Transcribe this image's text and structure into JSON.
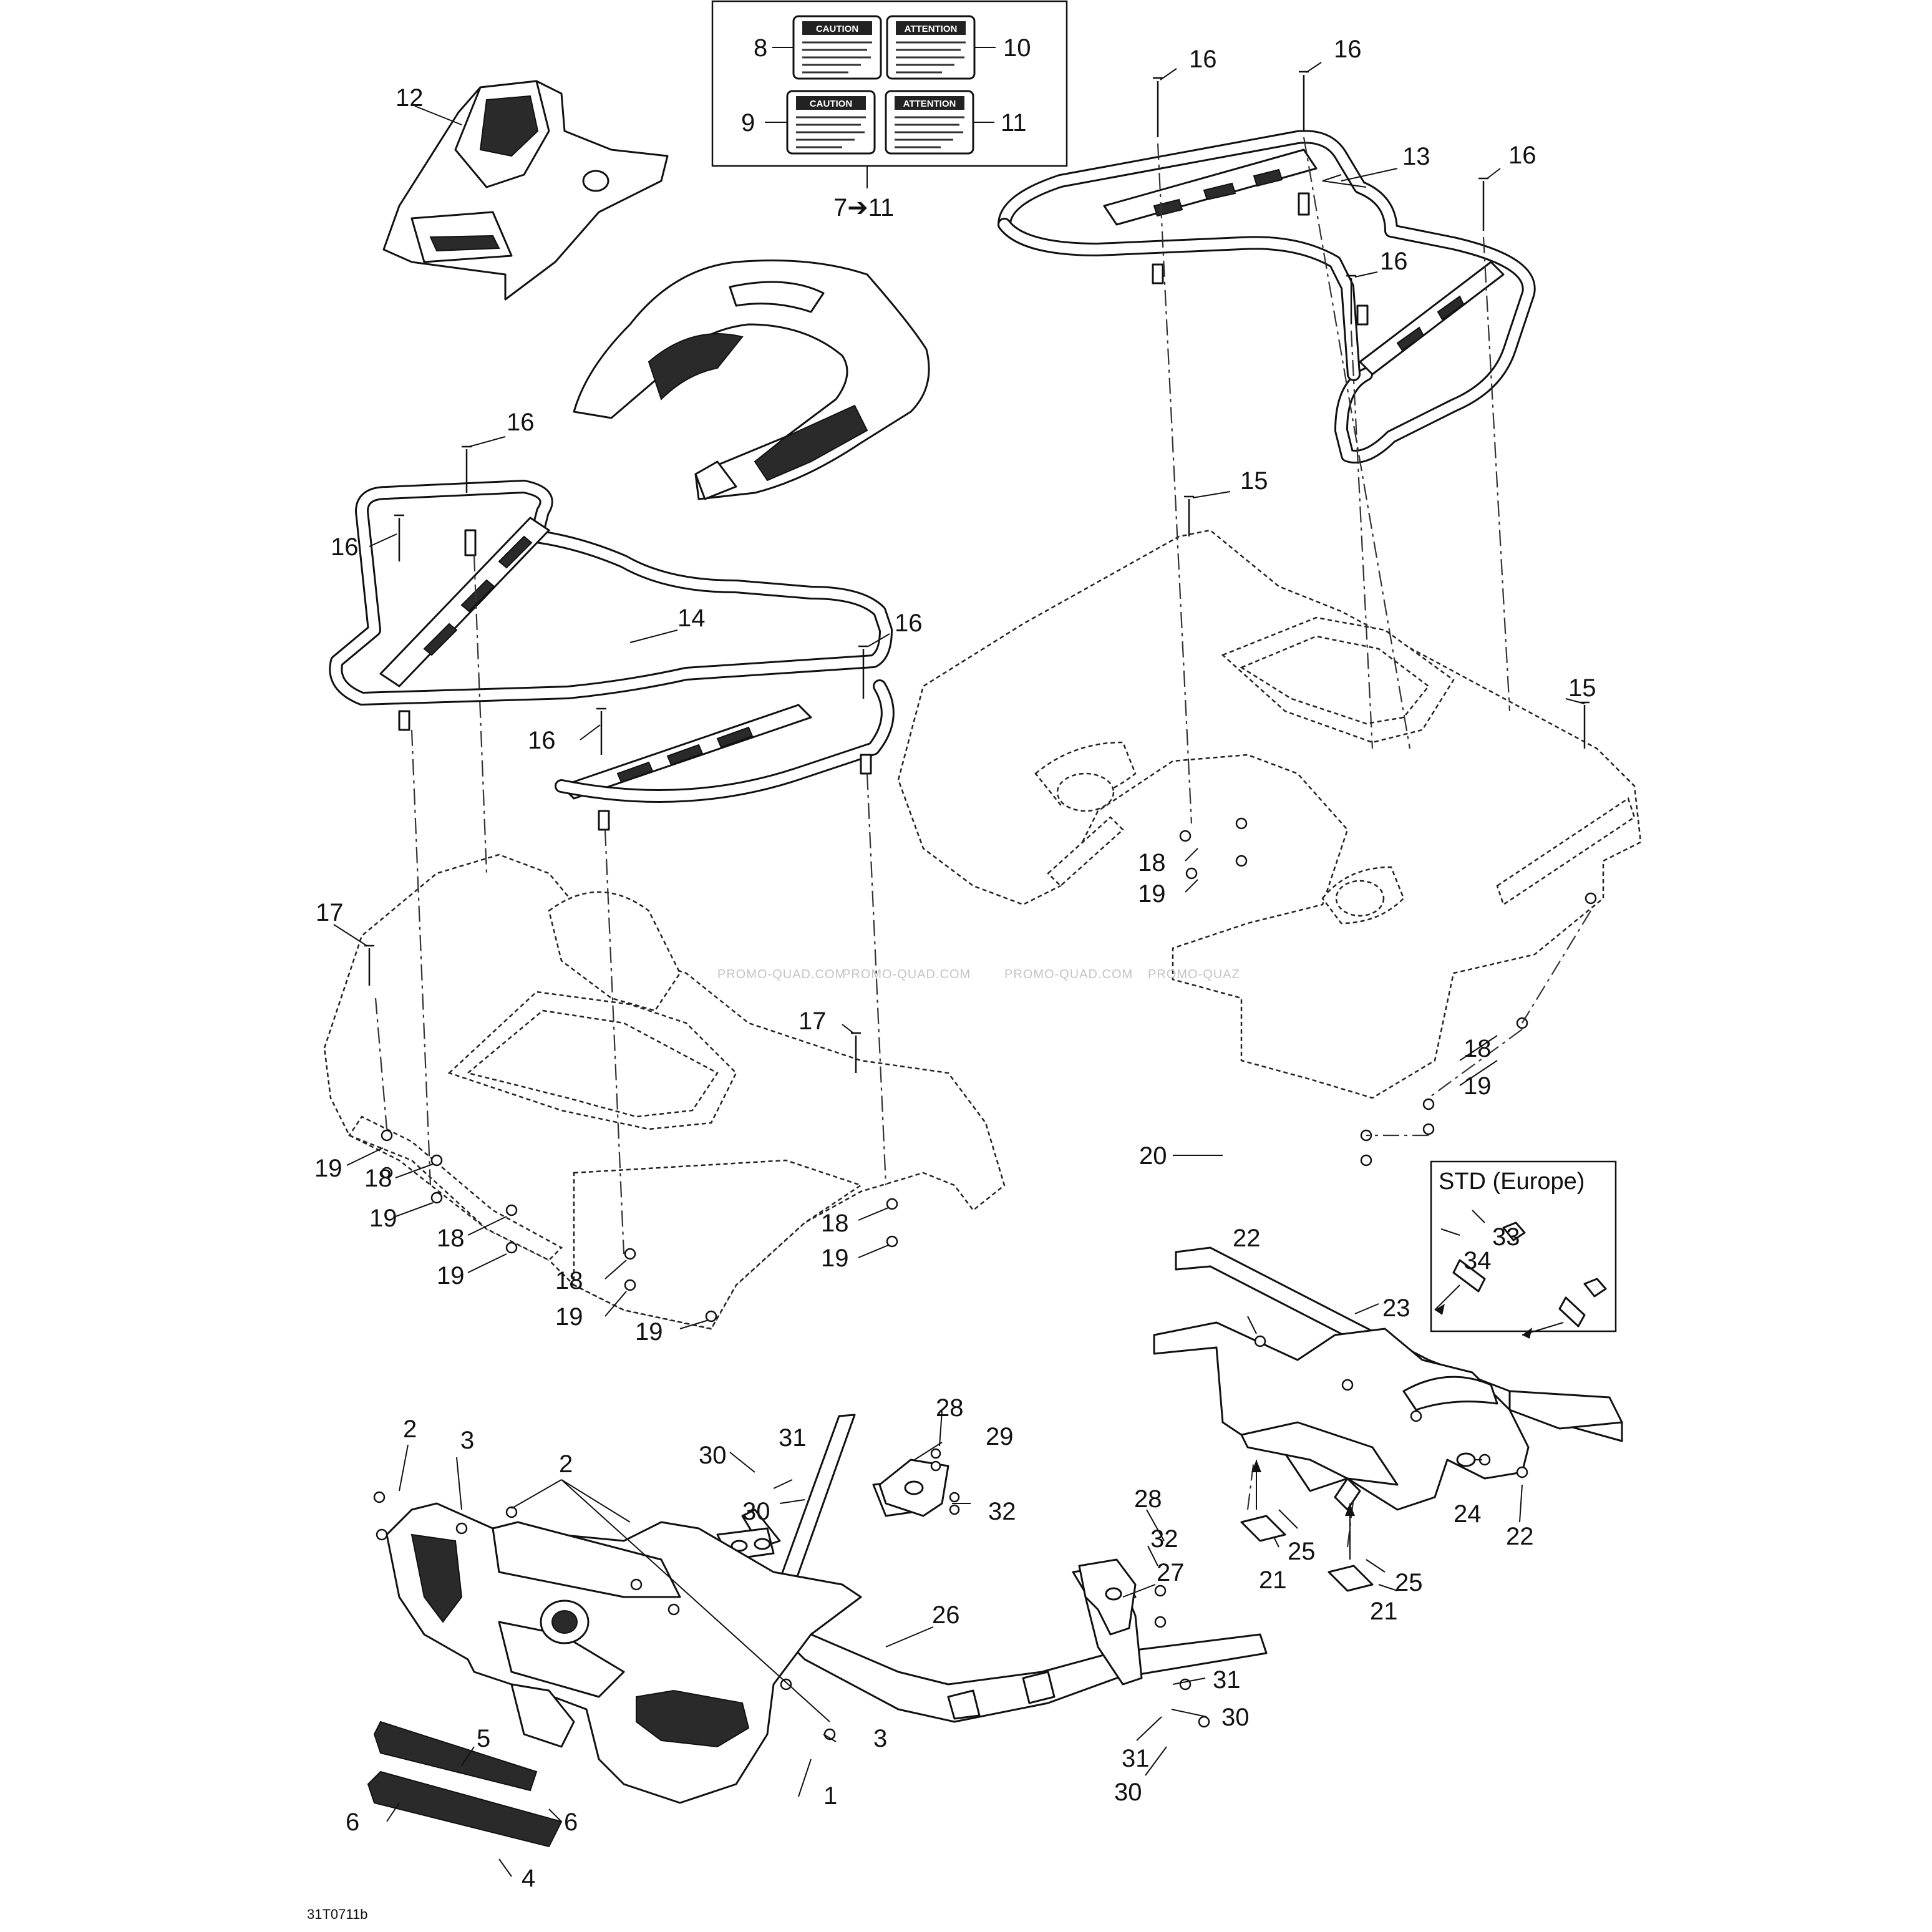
{
  "diagram": {
    "drawing_code": "31T0711b",
    "watermark": "PROMO-QUAD.COM",
    "watermark_partial": "PROMO-QUAZ",
    "std_label": "STD (Europe)",
    "decals": [
      {
        "title": "CAUTION"
      },
      {
        "title": "ATTENTION"
      },
      {
        "title": "CAUTION"
      },
      {
        "title": "ATTENTION"
      }
    ],
    "callouts": [
      {
        "text": "8"
      },
      {
        "text": "10"
      },
      {
        "text": "9"
      },
      {
        "text": "11"
      },
      {
        "text": "7➔11"
      },
      {
        "text": "12"
      },
      {
        "text": "16"
      },
      {
        "text": "16"
      },
      {
        "text": "13"
      },
      {
        "text": "16"
      },
      {
        "text": "16"
      },
      {
        "text": "16"
      },
      {
        "text": "16"
      },
      {
        "text": "14"
      },
      {
        "text": "16"
      },
      {
        "text": "16"
      },
      {
        "text": "15"
      },
      {
        "text": "15"
      },
      {
        "text": "18"
      },
      {
        "text": "19"
      },
      {
        "text": "18"
      },
      {
        "text": "19"
      },
      {
        "text": "17"
      },
      {
        "text": "17"
      },
      {
        "text": "19"
      },
      {
        "text": "18"
      },
      {
        "text": "19"
      },
      {
        "text": "18"
      },
      {
        "text": "19"
      },
      {
        "text": "18"
      },
      {
        "text": "19"
      },
      {
        "text": "18"
      },
      {
        "text": "19"
      },
      {
        "text": "19"
      },
      {
        "text": "20"
      },
      {
        "text": "22"
      },
      {
        "text": "33"
      },
      {
        "text": "34"
      },
      {
        "text": "23"
      },
      {
        "text": "24"
      },
      {
        "text": "22"
      },
      {
        "text": "25"
      },
      {
        "text": "21"
      },
      {
        "text": "25"
      },
      {
        "text": "21"
      },
      {
        "text": "28"
      },
      {
        "text": "29"
      },
      {
        "text": "31"
      },
      {
        "text": "30"
      },
      {
        "text": "30"
      },
      {
        "text": "32"
      },
      {
        "text": "28"
      },
      {
        "text": "32"
      },
      {
        "text": "27"
      },
      {
        "text": "26"
      },
      {
        "text": "31"
      },
      {
        "text": "30"
      },
      {
        "text": "31"
      },
      {
        "text": "30"
      },
      {
        "text": "2"
      },
      {
        "text": "3"
      },
      {
        "text": "2"
      },
      {
        "text": "3"
      },
      {
        "text": "1"
      },
      {
        "text": "5"
      },
      {
        "text": "6"
      },
      {
        "text": "6"
      },
      {
        "text": "4"
      }
    ]
  }
}
